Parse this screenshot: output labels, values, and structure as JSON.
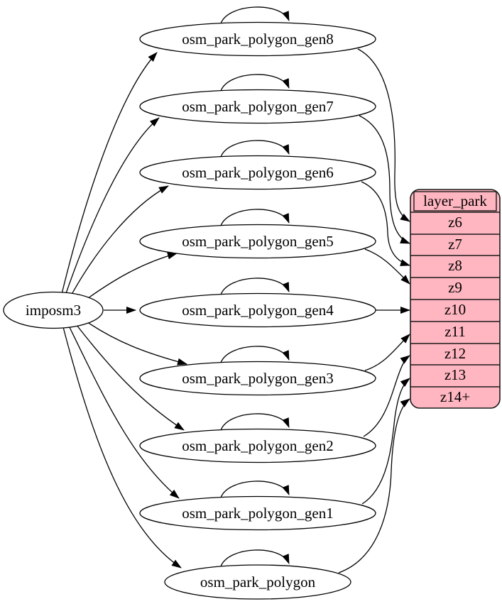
{
  "diagram": {
    "background": "#ffffff",
    "colors": {
      "node_fill": "#ffffff",
      "node_stroke": "#000000",
      "edge_color": "#000000",
      "layer_fill": "#ffb6c1",
      "layer_stroke": "#1a1a1a",
      "text_color": "#000000"
    },
    "source": {
      "label": "imposm3"
    },
    "tables": [
      {
        "label": "osm_park_polygon_gen8",
        "self_loop": true,
        "zoom_target": "z6"
      },
      {
        "label": "osm_park_polygon_gen7",
        "self_loop": true,
        "zoom_target": "z7"
      },
      {
        "label": "osm_park_polygon_gen6",
        "self_loop": true,
        "zoom_target": "z8"
      },
      {
        "label": "osm_park_polygon_gen5",
        "self_loop": true,
        "zoom_target": "z9"
      },
      {
        "label": "osm_park_polygon_gen4",
        "self_loop": true,
        "zoom_target": "z10"
      },
      {
        "label": "osm_park_polygon_gen3",
        "self_loop": true,
        "zoom_target": "z11"
      },
      {
        "label": "osm_park_polygon_gen2",
        "self_loop": true,
        "zoom_target": "z12"
      },
      {
        "label": "osm_park_polygon_gen1",
        "self_loop": true,
        "zoom_target": "z13"
      },
      {
        "label": "osm_park_polygon",
        "self_loop": true,
        "zoom_target": "z14+"
      }
    ],
    "layer": {
      "title": "layer_park",
      "rows": [
        "z6",
        "z7",
        "z8",
        "z9",
        "z10",
        "z11",
        "z12",
        "z13",
        "z14+"
      ]
    }
  }
}
